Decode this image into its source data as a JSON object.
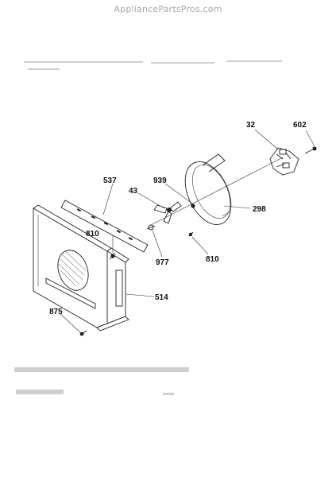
{
  "watermark": "AppliancePartsPros.com",
  "parts": {
    "p32": "32",
    "p602": "602",
    "p537": "537",
    "p939": "939",
    "p43": "43",
    "p298": "298",
    "p810a": "810",
    "p977": "977",
    "p810b": "810",
    "p514": "514",
    "p875": "875"
  }
}
